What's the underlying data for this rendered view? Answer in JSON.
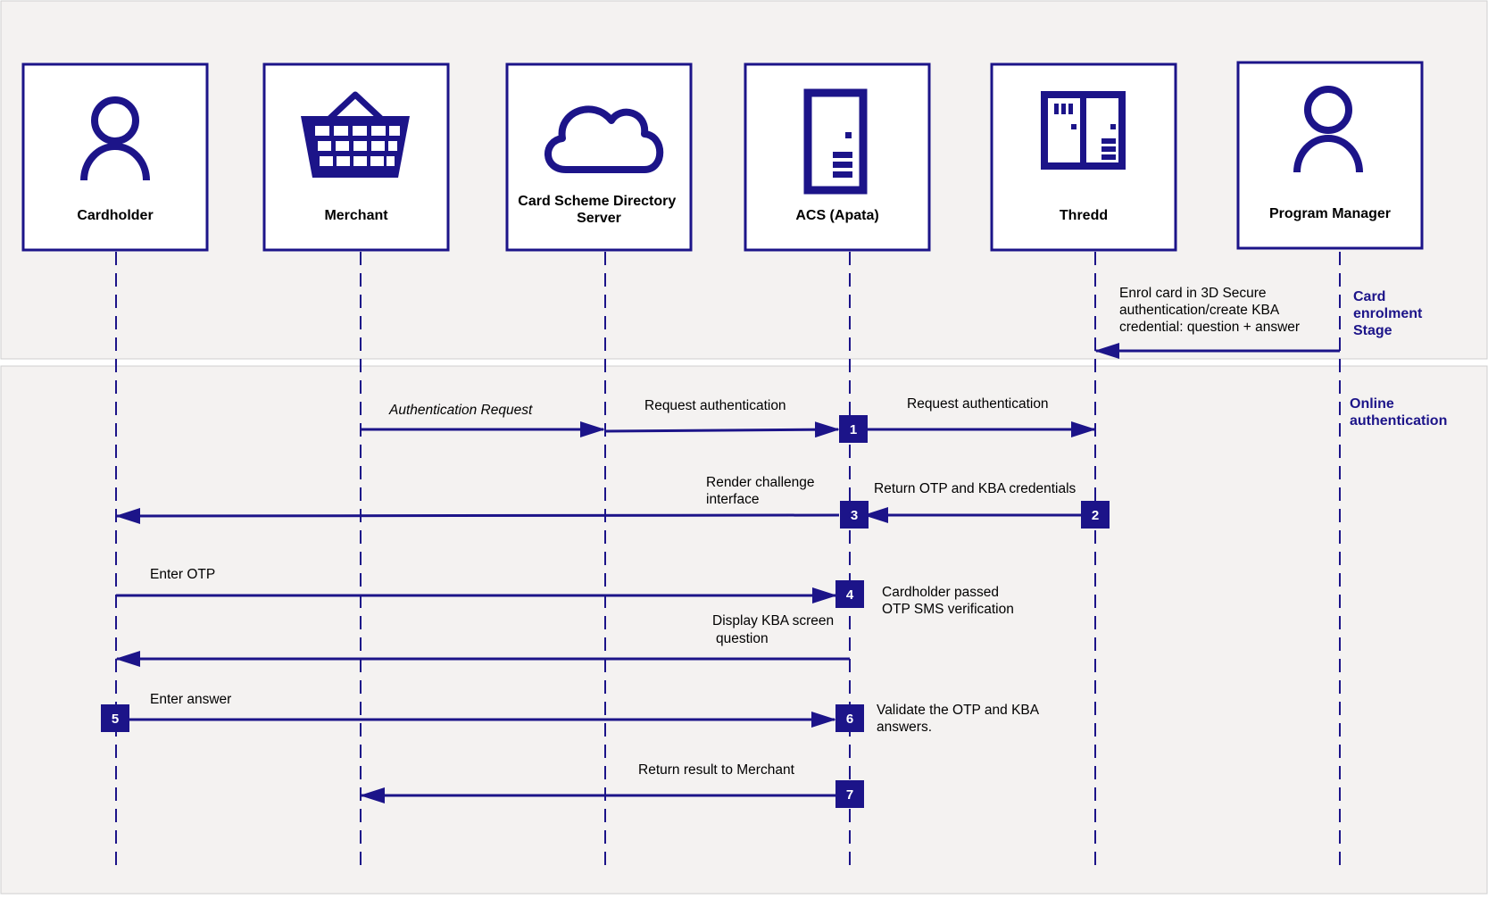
{
  "colors": {
    "navy": "#1c1489",
    "band": "#f4f2f1",
    "border": "#cfcfcf"
  },
  "actors": [
    {
      "id": "cardholder",
      "label": [
        "Cardholder"
      ],
      "icon": "person-icon"
    },
    {
      "id": "merchant",
      "label": [
        "Merchant"
      ],
      "icon": "shopping-basket-icon"
    },
    {
      "id": "directory",
      "label": [
        "Card Scheme Directory",
        "Server"
      ],
      "icon": "cloud-icon"
    },
    {
      "id": "acs",
      "label": [
        "ACS (Apata)"
      ],
      "icon": "server-icon"
    },
    {
      "id": "thredd",
      "label": [
        "Thredd"
      ],
      "icon": "server-rack-icon"
    },
    {
      "id": "pm",
      "label": [
        "Program Manager"
      ],
      "icon": "person-icon"
    }
  ],
  "stages": [
    {
      "id": "enrolment",
      "label": [
        "Card",
        "enrolment",
        "Stage"
      ]
    },
    {
      "id": "online",
      "label": [
        "Online",
        "authentication"
      ]
    }
  ],
  "messages": [
    {
      "id": "enrol",
      "from": "pm",
      "to": "thredd",
      "label": [
        "Enrol card in 3D Secure",
        "authentication/create KBA",
        "credential: question + answer"
      ]
    },
    {
      "id": "auth-request",
      "from": "merchant",
      "to": "directory",
      "label": [
        "Authentication Request"
      ],
      "italic": true
    },
    {
      "id": "request-auth-1",
      "from": "directory",
      "to": "acs",
      "label": [
        "Request authentication"
      ]
    },
    {
      "id": "request-auth-2",
      "from": "acs",
      "to": "thredd",
      "label": [
        "Request authentication"
      ]
    },
    {
      "id": "return-otp",
      "from": "thredd",
      "to": "acs",
      "label": [
        "Return OTP and KBA credentials"
      ]
    },
    {
      "id": "render-challenge",
      "from": "acs",
      "to": "cardholder",
      "label": [
        "Render challenge",
        "interface"
      ]
    },
    {
      "id": "enter-otp",
      "from": "cardholder",
      "to": "acs",
      "label": [
        "Enter OTP"
      ]
    },
    {
      "id": "otp-passed",
      "label": [
        "Cardholder passed",
        "OTP SMS verification"
      ]
    },
    {
      "id": "display-kba",
      "from": "acs",
      "to": "cardholder",
      "label": [
        "Display KBA screen",
        "question"
      ]
    },
    {
      "id": "enter-answer",
      "from": "cardholder",
      "to": "acs",
      "label": [
        "Enter answer"
      ]
    },
    {
      "id": "validate",
      "label": [
        "Validate the OTP and KBA",
        "answers."
      ]
    },
    {
      "id": "return-result",
      "from": "acs",
      "to": "merchant",
      "label": [
        "Return result to Merchant"
      ]
    }
  ],
  "steps": [
    "1",
    "2",
    "3",
    "4",
    "5",
    "6",
    "7"
  ]
}
